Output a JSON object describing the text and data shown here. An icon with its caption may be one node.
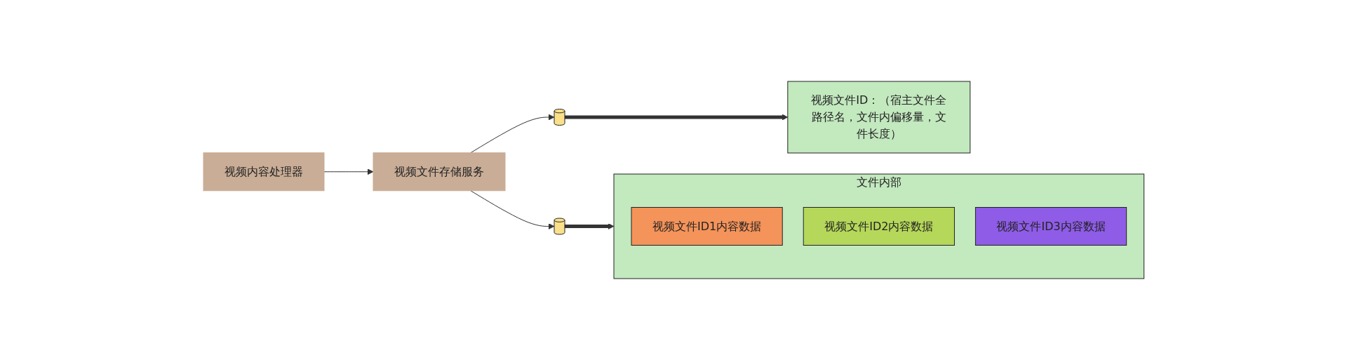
{
  "diagram": {
    "nodes": [
      {
        "text": [
          "视频内容处理器"
        ]
      },
      {
        "text": [
          "视频文件存储服务"
        ]
      },
      {
        "text": [],
        "shape": "cylinder"
      },
      {
        "text": [],
        "shape": "cylinder"
      },
      {
        "text": [
          "视频文件ID：（宿主文件全路径名，文件内偏移量，文件长度）"
        ]
      },
      {
        "text": [
          "文件内部"
        ]
      },
      {
        "text": [
          "视频文件ID1内容数据"
        ],
        "in": 5
      },
      {
        "text": [
          "视频文件ID2内容数据"
        ],
        "in": 5
      },
      {
        "text": [
          "视频文件ID3内容数据"
        ],
        "in": 5
      }
    ],
    "edges": [
      {
        "from": 0,
        "to": 1,
        "arrow": "to"
      },
      {
        "from": 1,
        "to": 2,
        "arrow": "to"
      },
      {
        "from": 1,
        "to": 3,
        "arrow": "to"
      },
      {
        "from": 2,
        "to": 4,
        "arrow": "to",
        "style": "thick"
      },
      {
        "from": 3,
        "to": 5,
        "arrow": "to",
        "style": "thick"
      }
    ]
  }
}
